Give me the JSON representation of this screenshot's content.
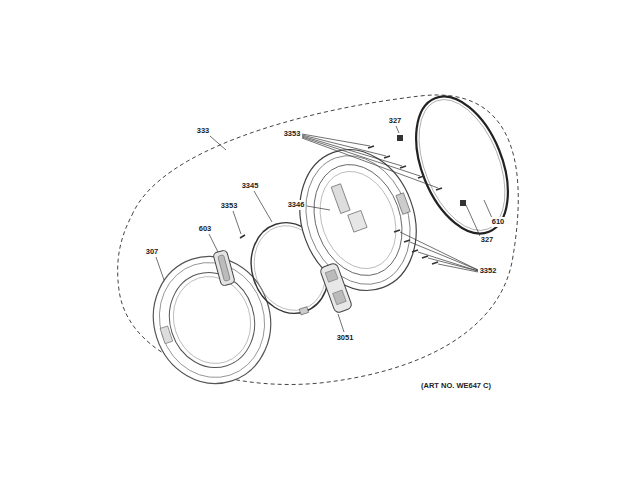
{
  "diagram": {
    "labels": [
      "333",
      "327",
      "3353",
      "3345",
      "3353",
      "603",
      "3346",
      "307",
      "327",
      "610",
      "3352",
      "3051",
      "(ART NO. WE647 C)"
    ]
  }
}
